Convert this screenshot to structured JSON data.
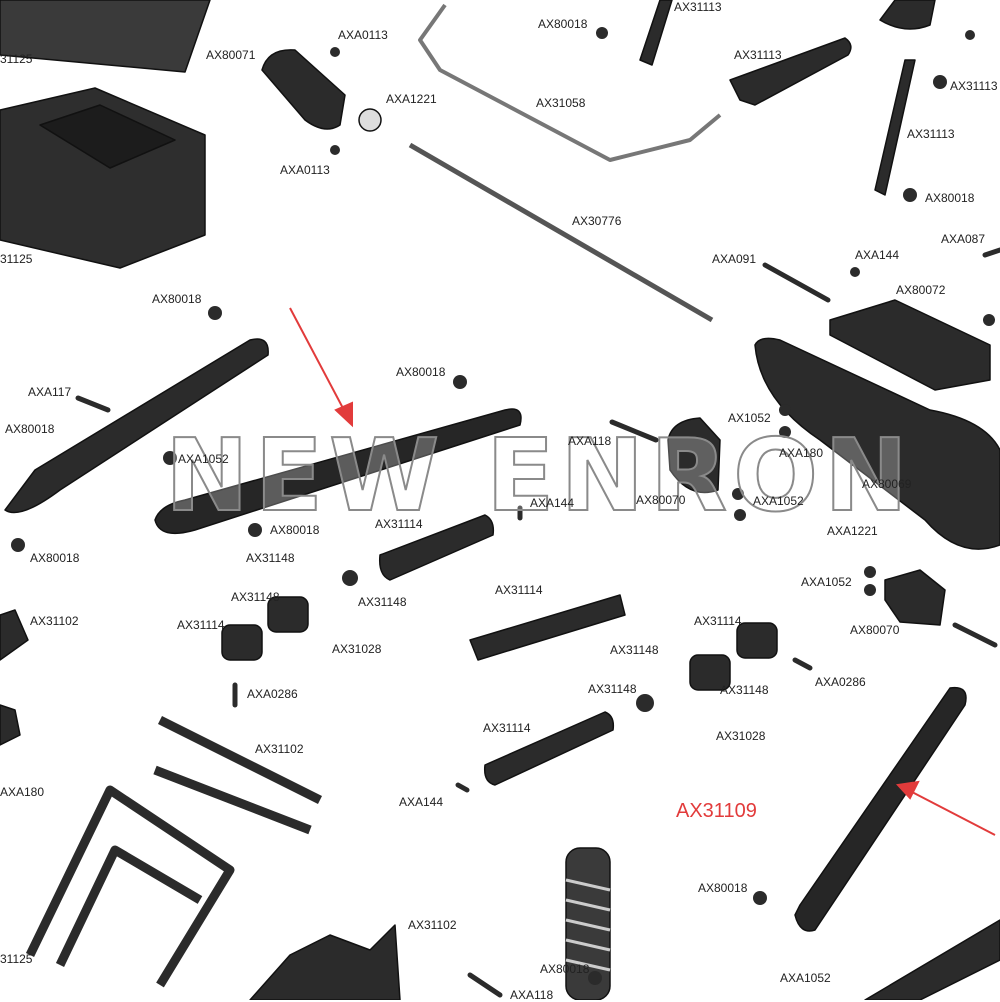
{
  "watermark": "NEW ENRON",
  "highlight_part": "AX31109",
  "colors": {
    "part": "#2b2b2b",
    "part_edge": "#111111",
    "arrow": "#e23b3b",
    "label": "#222222"
  },
  "labels": [
    "31125",
    "AX80071",
    "AXA0113",
    "AXA1221",
    "AXA0113",
    "AX80018",
    "AX31113",
    "AX31113",
    "AX31058",
    "AX31113",
    "AX31113",
    "AX80018",
    "31125",
    "AX30776",
    "AXA087",
    "AXA091",
    "AXA144",
    "AX80072",
    "AX80018",
    "AXA117",
    "AX80018",
    "AX80018",
    "AXA1052",
    "AXA118",
    "AX1052",
    "AXA180",
    "AX80069",
    "AXA144",
    "AX80070",
    "AXA1052",
    "AX80018",
    "AX31114",
    "AX80018",
    "AX31148",
    "AX31148",
    "AXA1221",
    "AX31148",
    "AX31114",
    "AXA1052",
    "AX31102",
    "AX31114",
    "AX31028",
    "AX31114",
    "AX80070",
    "AX31148",
    "AXA0286",
    "AX31148",
    "AX31148",
    "AXA0286",
    "AX31102",
    "AX31114",
    "AX31028",
    "AXA180",
    "AXA144",
    "AX80018",
    "AX31102",
    "31125",
    "AX80018",
    "AXA118",
    "AXA1052"
  ]
}
